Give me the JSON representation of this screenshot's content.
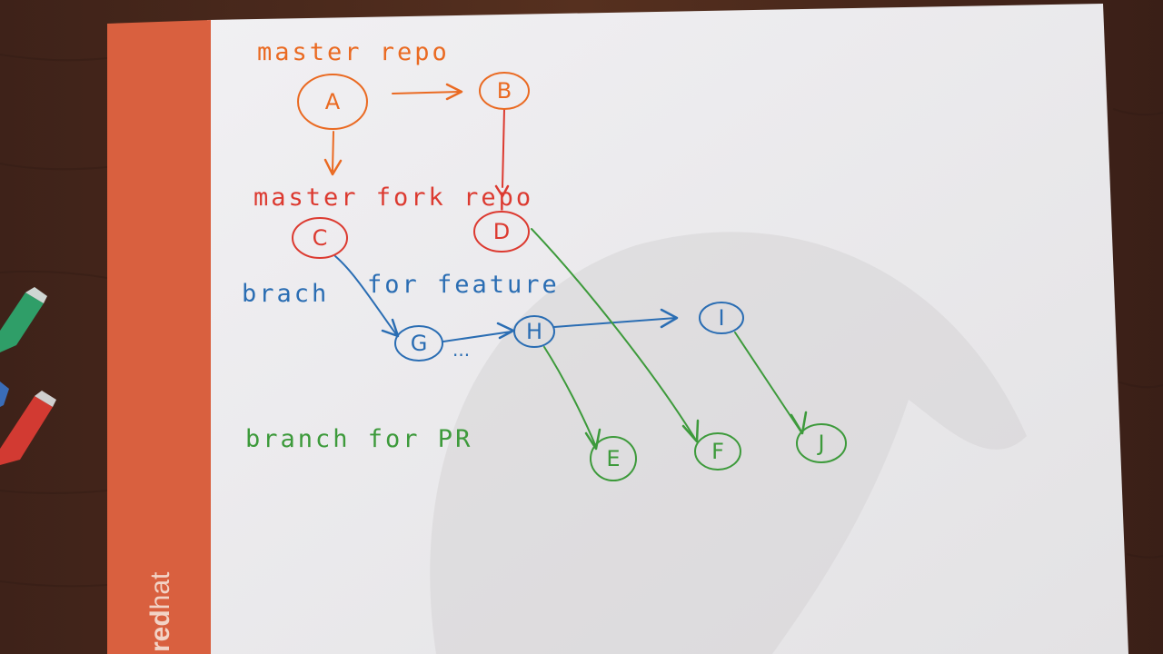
{
  "colors": {
    "wood": "#4a2a20",
    "paper": "#ecebed",
    "spine": "#d9603f",
    "orange_ink": "#ea6a22",
    "red_ink": "#dc3a30",
    "blue_ink": "#2a6db3",
    "green_ink": "#3d9a3b"
  },
  "brand": {
    "text": "redhat",
    "bold_part": "red",
    "light_part": "hat"
  },
  "labels": {
    "master_repo": "master repo",
    "master_fork_repo": "master fork repo",
    "branch_feature_1": "brach",
    "branch_feature_2": "for feature",
    "branch_pr": "branch for PR",
    "ellipsis": "..."
  },
  "nodes": [
    {
      "id": "A",
      "label": "A",
      "group": "master repo",
      "color": "orange_ink"
    },
    {
      "id": "B",
      "label": "B",
      "group": "master repo",
      "color": "orange_ink"
    },
    {
      "id": "C",
      "label": "C",
      "group": "master fork repo",
      "color": "red_ink"
    },
    {
      "id": "D",
      "label": "D",
      "group": "master fork repo",
      "color": "red_ink"
    },
    {
      "id": "G",
      "label": "G",
      "group": "brach for feature",
      "color": "blue_ink"
    },
    {
      "id": "H",
      "label": "H",
      "group": "brach for feature",
      "color": "blue_ink"
    },
    {
      "id": "I",
      "label": "I",
      "group": "brach for feature",
      "color": "blue_ink"
    },
    {
      "id": "E",
      "label": "E",
      "group": "branch for PR",
      "color": "green_ink"
    },
    {
      "id": "F",
      "label": "F",
      "group": "branch for PR",
      "color": "green_ink"
    },
    {
      "id": "J",
      "label": "J",
      "group": "branch for PR",
      "color": "green_ink"
    }
  ],
  "edges": [
    {
      "from": "A",
      "to": "B",
      "color": "orange_ink"
    },
    {
      "from": "A",
      "to": "C",
      "color": "orange_ink"
    },
    {
      "from": "B",
      "to": "D",
      "color": "red_ink"
    },
    {
      "from": "C",
      "to": "G",
      "color": "blue_ink"
    },
    {
      "from": "G",
      "to": "H",
      "color": "blue_ink"
    },
    {
      "from": "H",
      "to": "I",
      "color": "blue_ink"
    },
    {
      "from": "H",
      "to": "E",
      "color": "green_ink"
    },
    {
      "from": "D",
      "to": "F",
      "color": "green_ink"
    },
    {
      "from": "I",
      "to": "J",
      "color": "green_ink"
    }
  ]
}
